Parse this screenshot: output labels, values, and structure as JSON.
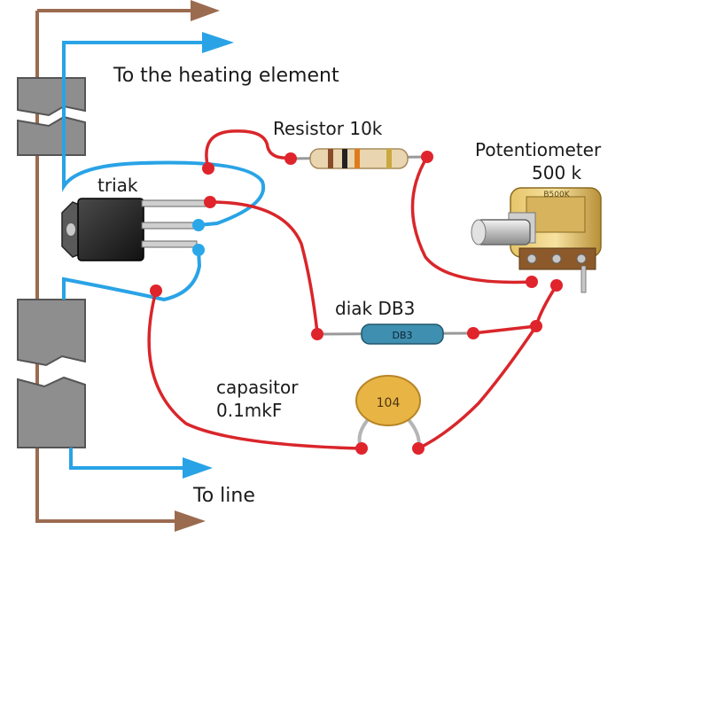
{
  "labels": {
    "to_heating": "To the heating element",
    "resistor": "Resistor 10k",
    "potentiometer_line1": "Potentiometer",
    "potentiometer_line2": "500 k",
    "triak": "triak",
    "diak": "diak DB3",
    "capasitor_line1": "capasitor",
    "capasitor_line2": "0.1mkF",
    "to_line": "To line"
  },
  "component_markings": {
    "capacitor_code": "104",
    "diak_code": "DB3",
    "pot_code": "B500K"
  },
  "colors": {
    "wire_brown": "#9b6b50",
    "wire_blue": "#29a3e6",
    "wire_red": "#d9262b",
    "junction_red": "#e0242c",
    "junction_blue": "#2aa7e8",
    "cable_gray": "#8e8e8e"
  }
}
